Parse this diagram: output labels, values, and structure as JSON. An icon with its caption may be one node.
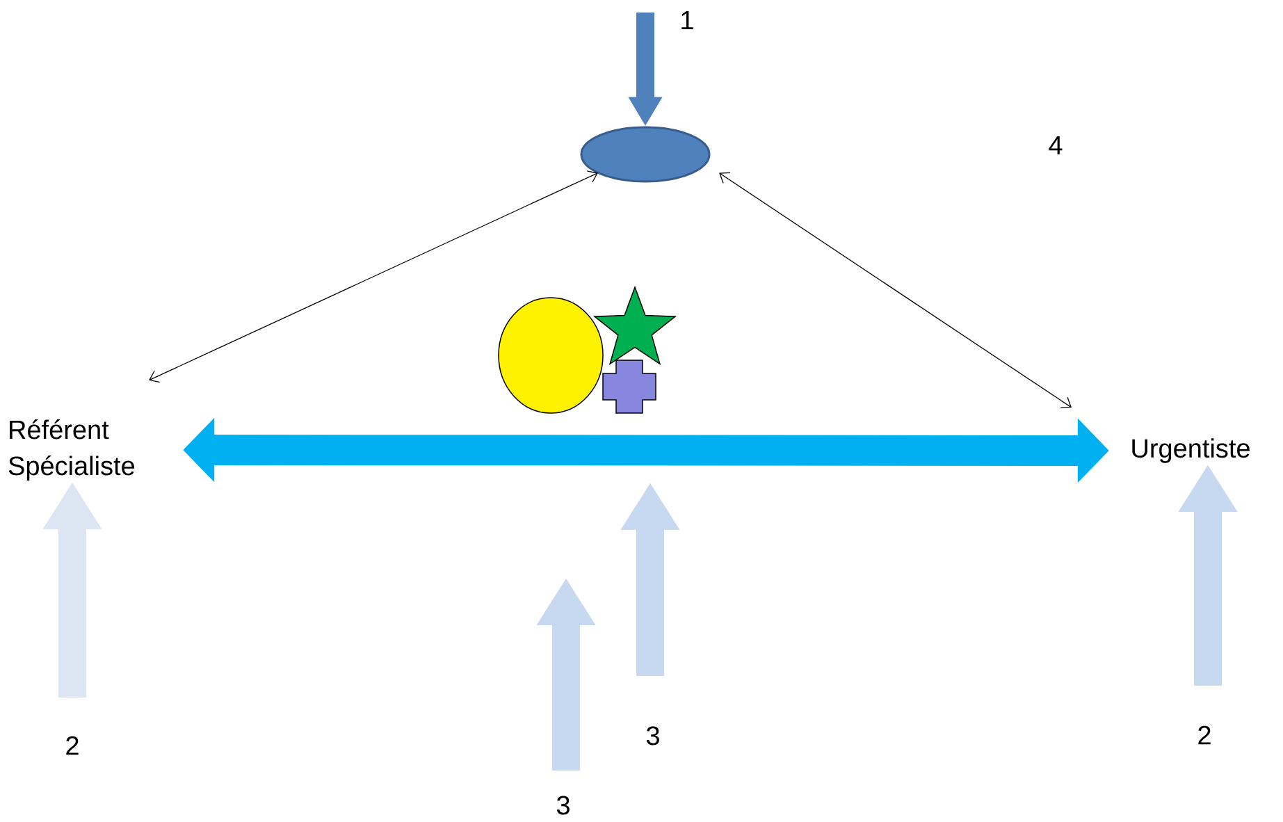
{
  "diagram": {
    "nodes": [
      {
        "text": [],
        "shape": "ellipse"
      },
      {
        "text": [
          "Référent Spécialiste"
        ]
      },
      {
        "text": [
          "Urgentiste"
        ]
      },
      {
        "text": [],
        "shape": "circle"
      },
      {
        "text": [],
        "shape": "star"
      },
      {
        "text": [],
        "shape": "cross"
      }
    ],
    "edges": [
      {
        "from": null,
        "to": 0,
        "arrow": "to",
        "color": "#4f81bd"
      },
      {
        "from": 0,
        "to": 1,
        "arrow": "both"
      },
      {
        "from": 0,
        "to": 2,
        "arrow": "both"
      },
      {
        "from": 1,
        "to": 2,
        "arrow": "both",
        "color": "#00b0f0"
      },
      {
        "from": null,
        "to": 1,
        "arrow": "to",
        "color": "#dce6f2"
      },
      {
        "from": null,
        "to": 2,
        "arrow": "to",
        "color": "#c6d9f1"
      }
    ],
    "labels": [
      "1",
      "4",
      "2",
      "3",
      "2",
      "3"
    ]
  }
}
